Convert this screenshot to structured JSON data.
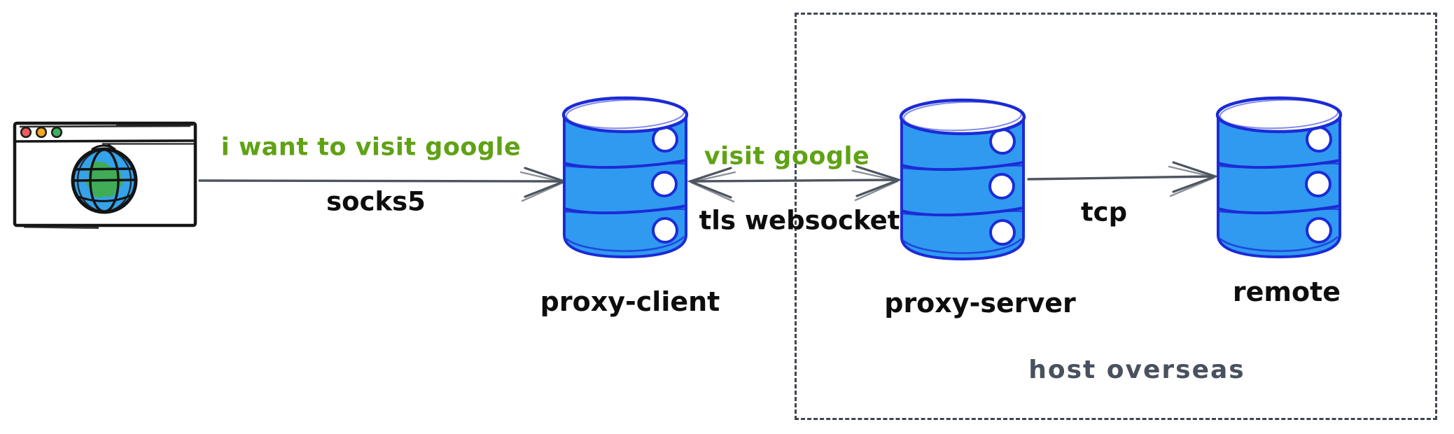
{
  "diagram": {
    "browser": {
      "icon": "browser-globe-icon",
      "traffic_lights": [
        "red",
        "yellow",
        "green"
      ]
    },
    "nodes": {
      "proxy_client": {
        "label": "proxy-client",
        "icon": "database-icon"
      },
      "proxy_server": {
        "label": "proxy-server",
        "icon": "database-icon"
      },
      "remote": {
        "label": "remote",
        "icon": "database-icon"
      }
    },
    "edges": {
      "browser_to_client": {
        "label_request": "i want to visit google",
        "label_protocol": "socks5",
        "direction": "right"
      },
      "client_to_server": {
        "label_request": "visit google",
        "label_protocol": "tls websocket",
        "direction": "both"
      },
      "server_to_remote": {
        "label_protocol": "tcp",
        "direction": "right"
      }
    },
    "group": {
      "label": "host overseas"
    },
    "colors": {
      "request_text": "#5fa214",
      "protocol_text": "#0d0d0d",
      "db_fill": "#2f9af0",
      "db_stroke": "#1c2bd6",
      "arrow": "#4d555f",
      "group_border": "#3f4650",
      "group_label": "#49515e",
      "traffic_red": "#ef5b5b",
      "traffic_yellow": "#f6a820",
      "traffic_green": "#3db15c",
      "globe_water": "#36a2e9",
      "globe_land": "#41ae4e"
    }
  }
}
